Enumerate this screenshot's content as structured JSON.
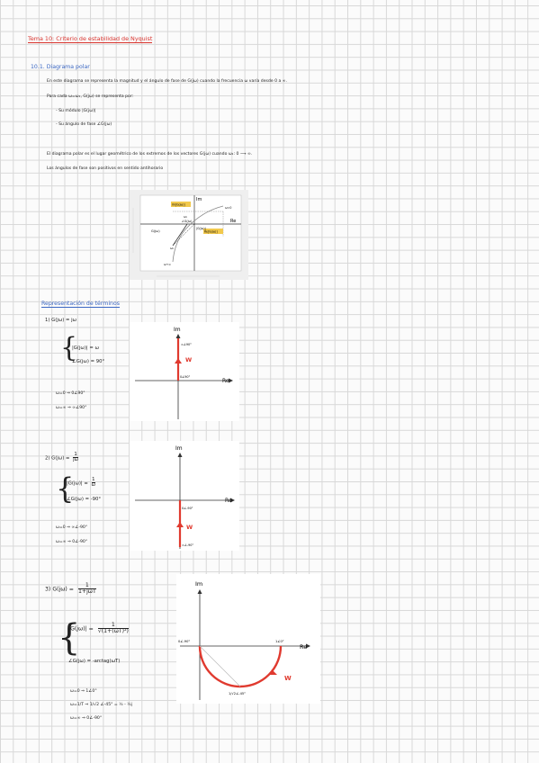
{
  "header": {
    "title": "Tema 10: Criterio de estabilidad de Nyquist"
  },
  "section": {
    "heading": "10.1. Diagrama polar",
    "p1": "En este diagrama se representa la magnitud y el ángulo de fase de G(jω) cuando la frecuencia ω varía desde 0 a ∞.",
    "p2": "Para cada ω=ω₁, G(jω) se representa por:",
    "b1": "- Su módulo |G(jω)|",
    "b2": "- Su ángulo de fase ∠G(jω)",
    "p3": "El diagrama polar es el lugar geométrico de los extremos de los vectores G(jω) cuando ω₁: 0 ⟶ ∞.",
    "p4": "Los ángulos de fase son positivos en sentido antihorario"
  },
  "polar_figure": {
    "im": "Im",
    "re": "Re",
    "tags": [
      "Im[G(jω)]",
      "Re[G(jω)]"
    ],
    "labels": [
      "G(jω)",
      "|G(jω)|",
      "∠G(jω)",
      "ω₁",
      "ω₂",
      "ω=0",
      "ω→∞"
    ]
  },
  "terms": {
    "heading": "Representación de términos",
    "t1": {
      "fn": "1) G(jω) = jω",
      "mod": "|G(jω)| = ω",
      "ang": "∠G(jω) = 90°",
      "e1": "ω=0 ⇒ 0∠90°",
      "e2": "ω=∞ ⇒ ∞∠90°",
      "im": "Im",
      "re": "Re",
      "top": "∞∠90°",
      "origin": "0∠90°",
      "w": "W"
    },
    "t2": {
      "fn": "2) G(jω) =",
      "fn_num": "1",
      "fn_den": "jω",
      "mod": "|G(jω)| =",
      "mod_num": "1",
      "mod_den": "ω",
      "ang": "∠G(jω) = -90°",
      "e1": "ω=0 ⇒ ∞∠-90°",
      "e2": "ω=∞ ⇒ 0∠-90°",
      "im": "Im",
      "re": "Re",
      "origin": "0∠-90°",
      "bottom": "∞∠-90°",
      "w": "W"
    },
    "t3": {
      "fn": "3) G(jω) =",
      "fn_num": "1",
      "fn_den": "1+jωT",
      "mod": "|G(jω)| =",
      "mod_num": "1",
      "mod_den": "√(1+(ωT)²)",
      "ang": "∠G(jω) = -arctag(ωT)",
      "e1": "ω=0 ⇒ 1∠0°",
      "e2": "ω=1/T ⇒ 1/√2 ∠-45° = ½ - ½j",
      "e3": "ω=∞ ⇒ 0∠-90°",
      "im": "Im",
      "re": "Re",
      "origin": "0∠-90°",
      "right": "1∠0°",
      "bottom": "1/√2∠-45°",
      "w": "W"
    }
  }
}
